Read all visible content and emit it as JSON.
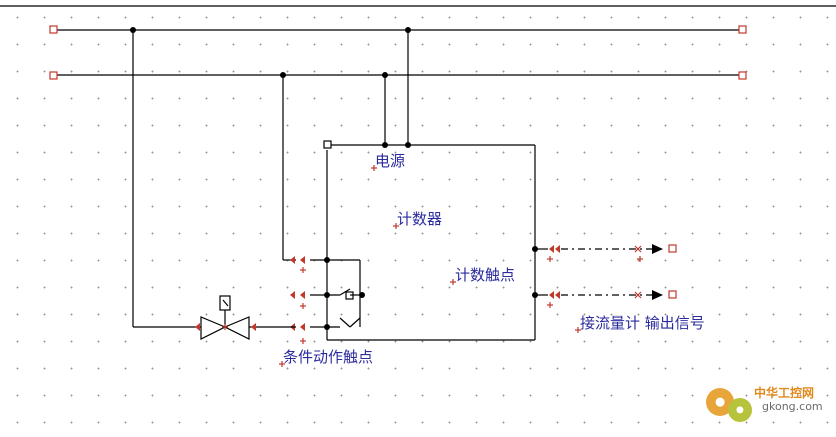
{
  "labels": {
    "power": "电源",
    "counter": "计数器",
    "counter_contact": "计数触点",
    "condition_contact": "条件动作触点",
    "output_signal": "接流量计 输出信号"
  },
  "watermark": {
    "title": "中华工控网",
    "url": "gkong.com"
  },
  "colors": {
    "wire": "#000000",
    "terminal": "#c0392b",
    "label": "#2b2b9e",
    "grid_dot": "#9a9a9a"
  }
}
